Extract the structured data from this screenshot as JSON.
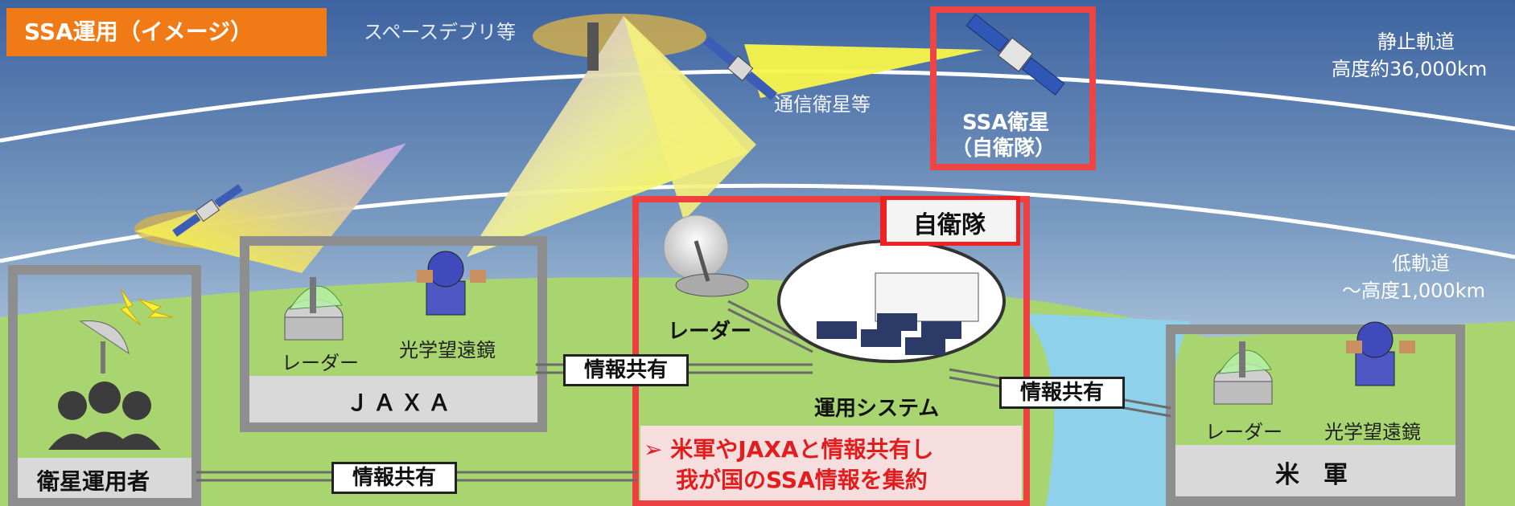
{
  "title": "SSA運用（イメージ）",
  "labels": {
    "space_debris": "スペースデブリ等",
    "comm_sat": "通信衛星等",
    "geo_orbit": "静止軌道",
    "geo_altitude": "高度約36,000km",
    "leo_orbit": "低軌道",
    "leo_altitude": "～高度1,000km",
    "ssa_sat_line1": "SSA衛星",
    "ssa_sat_line2": "（自衛隊）"
  },
  "groups": {
    "operators": {
      "name": "衛星運用者"
    },
    "jaxa": {
      "name": "ＪＡＸＡ",
      "radar": "レーダー",
      "optical": "光学望遠鏡"
    },
    "sdf": {
      "name": "自衛隊",
      "radar": "レーダー",
      "system": "運用システム",
      "note_line1": "➢ 米軍やJAXAと情報共有し",
      "note_line2": "我が国のSSA情報を集約"
    },
    "us": {
      "name": "米　軍",
      "radar": "レーダー",
      "optical": "光学望遠鏡"
    }
  },
  "links": {
    "jaxa_sdf": "情報共有",
    "sdf_us": "情報共有",
    "operators_sdf": "情報共有"
  },
  "colors": {
    "title_bg": "#f07a16",
    "highlight": "#ee3a3a",
    "sky_top": "#3f66a0",
    "ground": "#a9d673"
  }
}
